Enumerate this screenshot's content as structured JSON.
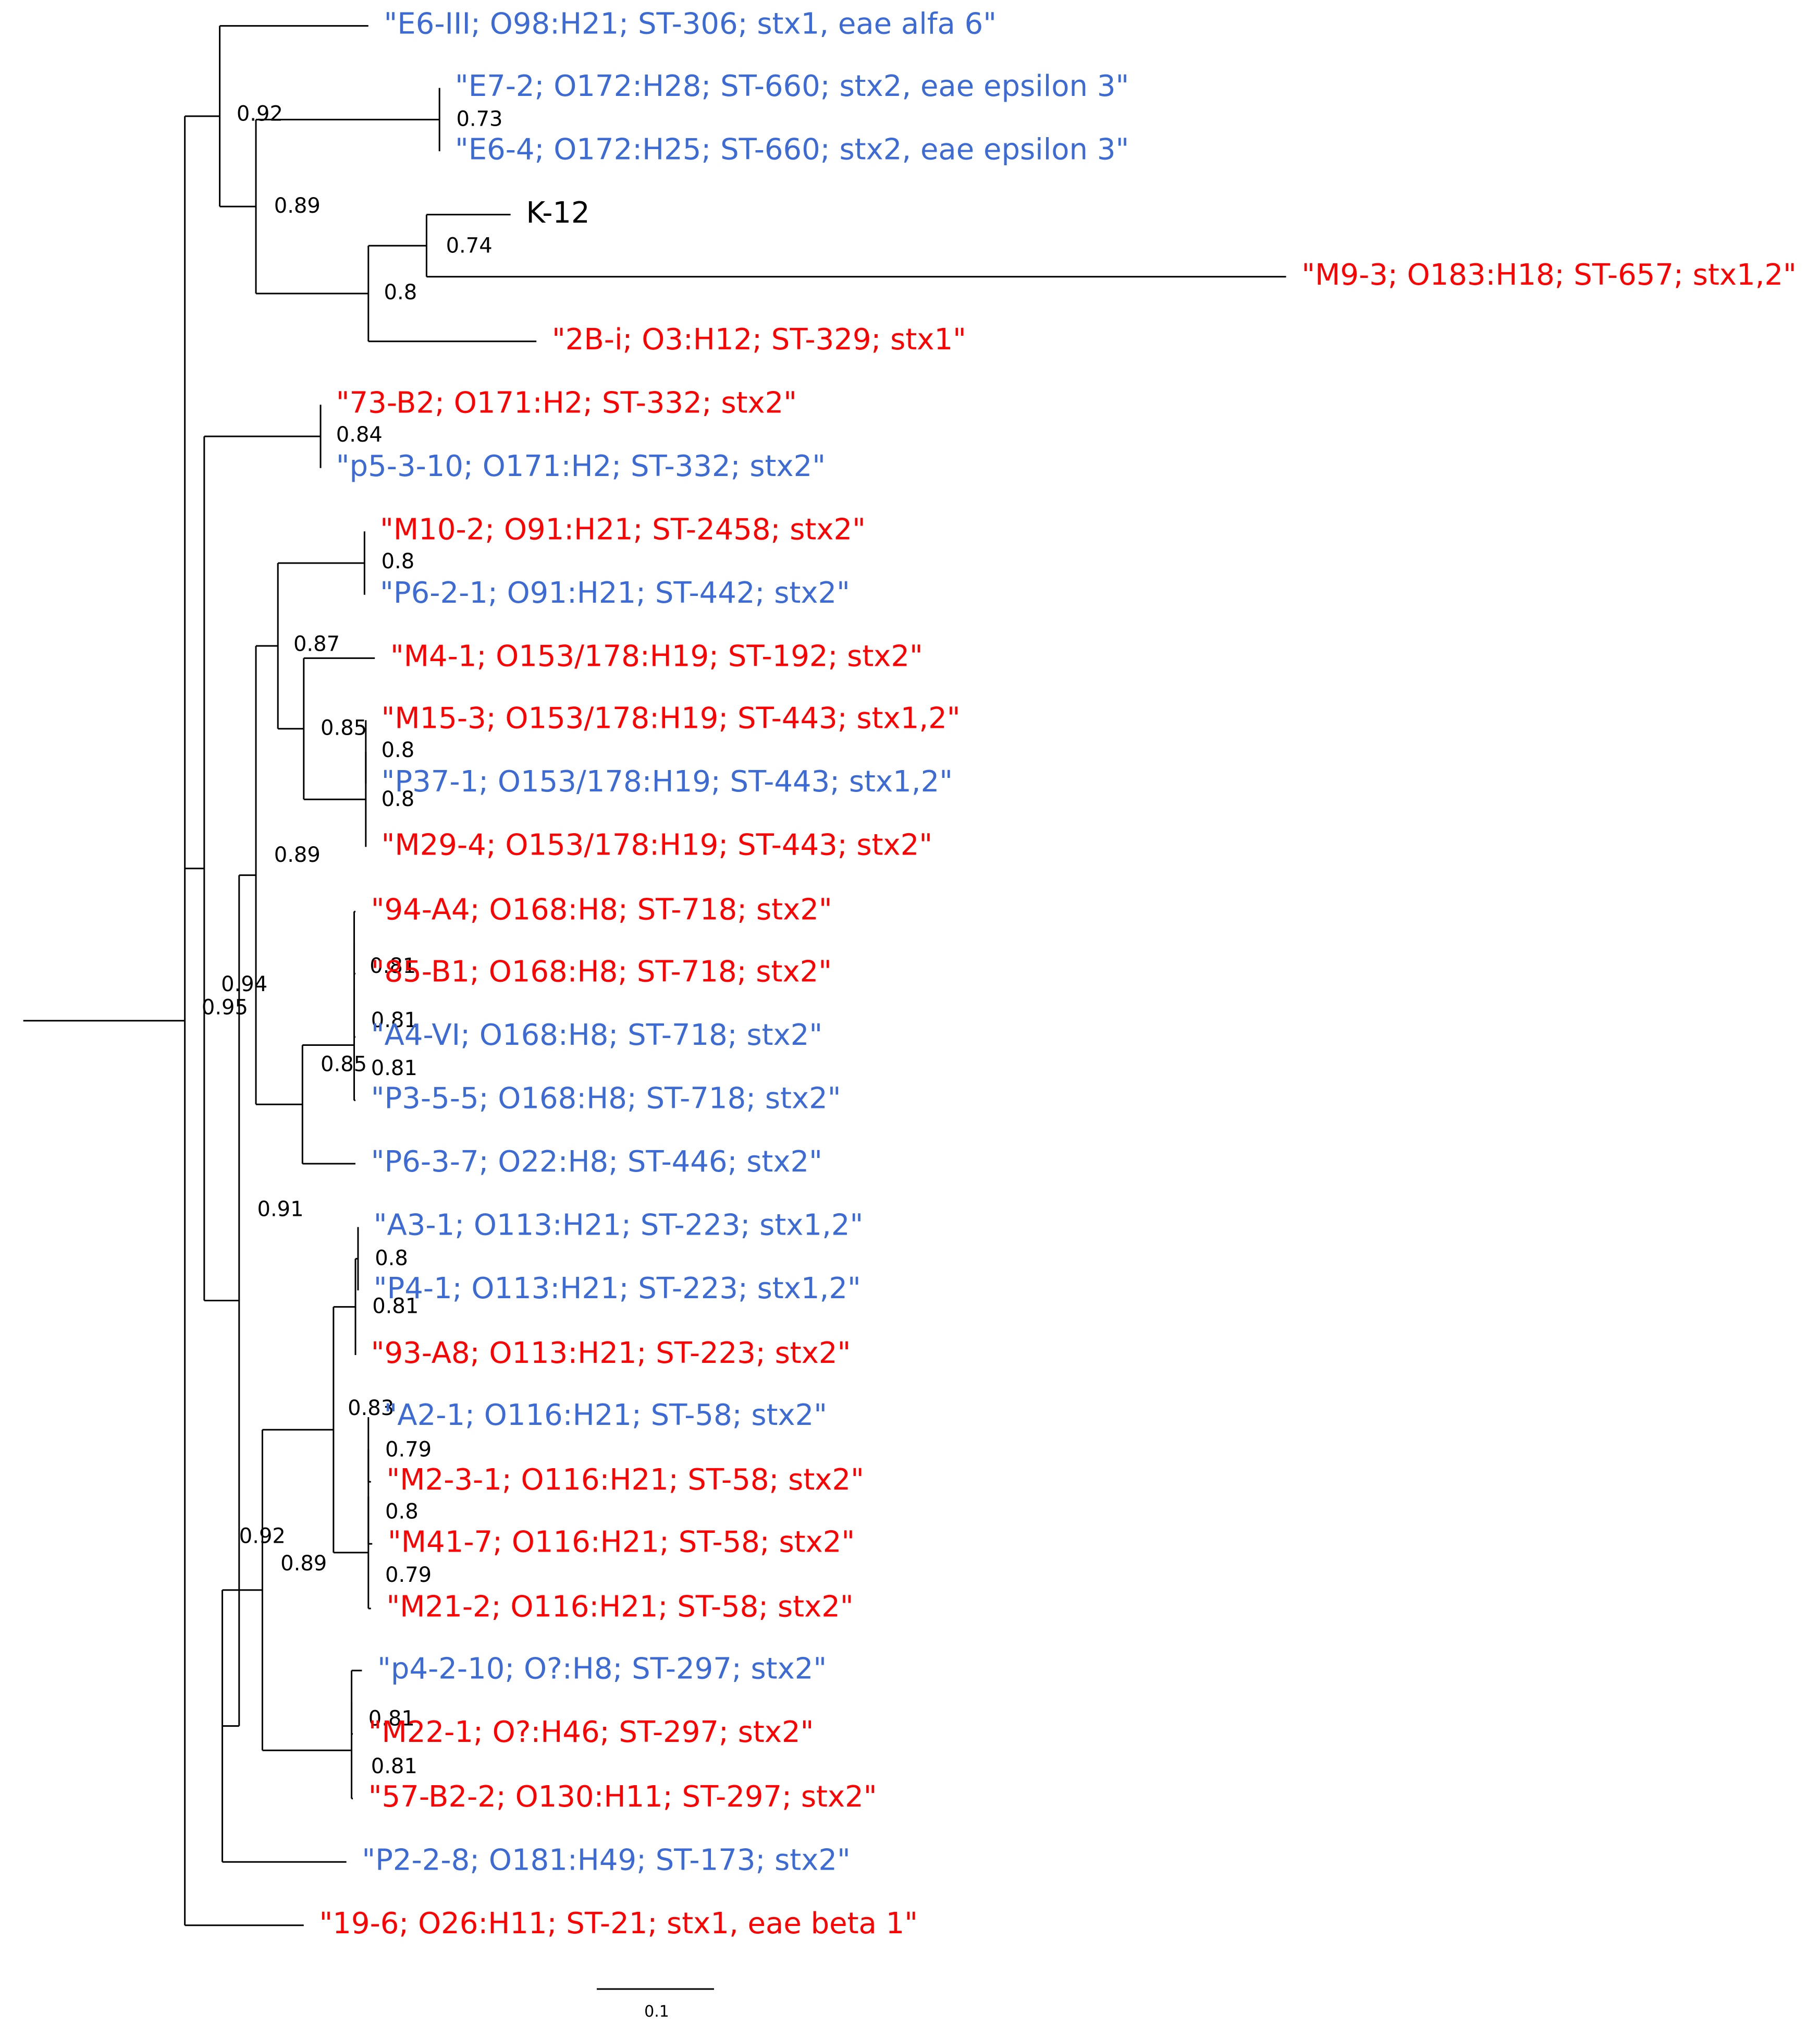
{
  "colors": {
    "blue": "#3d6bd6",
    "red": "#ff0000",
    "black": "#000000"
  },
  "tree": {
    "leaves": [
      {
        "id": "E6_III",
        "label": "\"E6-III; O98:H21; ST-306; stx1, eae alfa 6\"",
        "color": "blue"
      },
      {
        "id": "E7_2",
        "label": "\"E7-2; O172:H28; ST-660; stx2, eae epsilon 3\"",
        "color": "blue"
      },
      {
        "id": "E6_4",
        "label": "\"E6-4; O172:H25; ST-660; stx2, eae epsilon 3\"",
        "color": "blue"
      },
      {
        "id": "K12",
        "label": "K-12",
        "color": "black"
      },
      {
        "id": "M9_3",
        "label": "\"M9-3; O183:H18; ST-657; stx1,2\"",
        "color": "red"
      },
      {
        "id": "B2_i",
        "label": "\"2B-i; O3:H12; ST-329; stx1\"",
        "color": "red"
      },
      {
        "id": "B73_2",
        "label": "\"73-B2; O171:H2; ST-332; stx2\"",
        "color": "red"
      },
      {
        "id": "p5_3_10",
        "label": "\"p5-3-10; O171:H2; ST-332; stx2\"",
        "color": "blue"
      },
      {
        "id": "M10_2",
        "label": "\"M10-2; O91:H21; ST-2458; stx2\"",
        "color": "red"
      },
      {
        "id": "P6_2_1",
        "label": "\"P6-2-1; O91:H21; ST-442; stx2\"",
        "color": "blue"
      },
      {
        "id": "M4_1",
        "label": "\"M4-1; O153/178:H19; ST-192; stx2\"",
        "color": "red"
      },
      {
        "id": "M15_3",
        "label": "\"M15-3; O153/178:H19; ST-443; stx1,2\"",
        "color": "red"
      },
      {
        "id": "P37_1",
        "label": "\"P37-1; O153/178:H19; ST-443; stx1,2\"",
        "color": "blue"
      },
      {
        "id": "M29_4",
        "label": "\"M29-4; O153/178:H19; ST-443; stx2\"",
        "color": "red"
      },
      {
        "id": "A94_4",
        "label": "\"94-A4; O168:H8; ST-718; stx2\"",
        "color": "red"
      },
      {
        "id": "B85_1",
        "label": "\"85-B1; O168:H8; ST-718; stx2\"",
        "color": "red"
      },
      {
        "id": "A4_VI",
        "label": "\"A4-VI; O168:H8; ST-718; stx2\"",
        "color": "blue"
      },
      {
        "id": "P3_5_5",
        "label": "\"P3-5-5; O168:H8; ST-718; stx2\"",
        "color": "blue"
      },
      {
        "id": "P6_3_7",
        "label": "\"P6-3-7; O22:H8; ST-446; stx2\"",
        "color": "blue"
      },
      {
        "id": "A3_1",
        "label": "\"A3-1; O113:H21; ST-223; stx1,2\"",
        "color": "blue"
      },
      {
        "id": "P4_1",
        "label": "\"P4-1; O113:H21; ST-223; stx1,2\"",
        "color": "blue"
      },
      {
        "id": "A93_8",
        "label": "\"93-A8; O113:H21; ST-223; stx2\"",
        "color": "red"
      },
      {
        "id": "A2_1",
        "label": "\"A2-1; O116:H21; ST-58; stx2\"",
        "color": "blue"
      },
      {
        "id": "M2_3_1",
        "label": "\"M2-3-1; O116:H21; ST-58; stx2\"",
        "color": "red"
      },
      {
        "id": "M41_7",
        "label": "\"M41-7; O116:H21; ST-58; stx2\"",
        "color": "red"
      },
      {
        "id": "M21_2",
        "label": "\"M21-2; O116:H21; ST-58; stx2\"",
        "color": "red"
      },
      {
        "id": "p4_2_10",
        "label": "\"p4-2-10; O?:H8; ST-297; stx2\"",
        "color": "blue"
      },
      {
        "id": "M22_1",
        "label": "\"M22-1; O?:H46; ST-297; stx2\"",
        "color": "red"
      },
      {
        "id": "B57_2_2",
        "label": "\"57-B2-2; O130:H11; ST-297; stx2\"",
        "color": "red"
      },
      {
        "id": "P2_2_8",
        "label": "\"P2-2-8; O181:H49; ST-173; stx2\"",
        "color": "blue"
      },
      {
        "id": "s19_6",
        "label": "\"19-6; O26:H11; ST-21; stx1, eae beta 1\"",
        "color": "red"
      }
    ],
    "support_values": [
      {
        "node": "n_E7E6",
        "value": "0.73"
      },
      {
        "node": "n_top",
        "value": "0.92"
      },
      {
        "node": "n_topsub",
        "value": "0.89"
      },
      {
        "node": "n_K12M9",
        "value": "0.74"
      },
      {
        "node": "n_K12B2",
        "value": "0.8"
      },
      {
        "node": "n_73p5",
        "value": "0.84"
      },
      {
        "node": "n_M10P6",
        "value": "0.8"
      },
      {
        "node": "n_M15P37",
        "value": "0.8"
      },
      {
        "node": "n_M15M29",
        "value": "0.8"
      },
      {
        "node": "n_M4grp",
        "value": "0.85"
      },
      {
        "node": "n_M10M4",
        "value": "0.87"
      },
      {
        "node": "n_94_85",
        "value": "0.81"
      },
      {
        "node": "n_94_A4",
        "value": "0.81"
      },
      {
        "node": "n_94_P3",
        "value": "0.81"
      },
      {
        "node": "n_94P6",
        "value": "0.85"
      },
      {
        "node": "n_mid",
        "value": "0.89"
      },
      {
        "node": "n_A3P4",
        "value": "0.8"
      },
      {
        "node": "n_A3_93",
        "value": "0.81"
      },
      {
        "node": "n_A2M2",
        "value": "0.79"
      },
      {
        "node": "n_A2M41",
        "value": "0.8"
      },
      {
        "node": "n_A2M21",
        "value": "0.79"
      },
      {
        "node": "n_A3A2",
        "value": "0.83"
      },
      {
        "node": "n_p4M22",
        "value": "0.81"
      },
      {
        "node": "n_p4_57",
        "value": "0.81"
      },
      {
        "node": "n_A3p4",
        "value": "0.89"
      },
      {
        "node": "n_A3P2",
        "value": "0.92"
      },
      {
        "node": "n_low",
        "value": "0.91"
      },
      {
        "node": "n_73low",
        "value": "0.94"
      },
      {
        "node": "n_root",
        "value": "0.95"
      }
    ],
    "scale_bar": {
      "label": "0.1"
    }
  }
}
